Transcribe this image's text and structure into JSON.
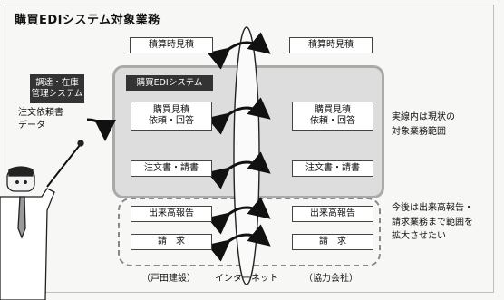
{
  "title": "購買EDIシステム対象業務",
  "legacy_system": "調達・在庫\n管理システム",
  "order_data_label": "注文依頼書\nデータ",
  "top": {
    "left": "積算時見積",
    "right": "積算時見積"
  },
  "system_label": "購買EDIシステム",
  "quote": {
    "left": "購買見積\n依頼・回答",
    "right": "購買見積\n依頼・回答"
  },
  "order": {
    "left": "注文書・請書",
    "right": "注文書・請書"
  },
  "completion": {
    "left": "出来高報告",
    "right": "出来高報告"
  },
  "billing": {
    "left": "請　求",
    "right": "請　求"
  },
  "note_current": "実線内は現状の\n対象業務範囲",
  "note_future": "今後は出来高報告・\n請求業務まで範囲を\n拡大させたい",
  "bottom": {
    "left": "（戸田建設）",
    "center": "インターネット",
    "right": "（協力会社）"
  }
}
